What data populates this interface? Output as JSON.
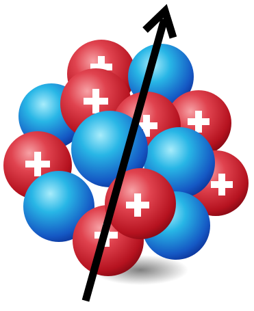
{
  "image": {
    "subject": "atomic-nucleus",
    "background_color": "#ffffff",
    "particles": {
      "proton": {
        "icon": "plus-sign",
        "fill_light": "#f58a8f",
        "fill_mid": "#d8283a",
        "fill_dark": "#7d0812"
      },
      "neutron": {
        "icon": "none",
        "fill_light": "#8fe2f7",
        "fill_mid": "#1f9fd6",
        "fill_dark": "#0b2f93"
      }
    },
    "arrow": {
      "icon": "arrow-up-icon",
      "color": "#000000"
    }
  }
}
